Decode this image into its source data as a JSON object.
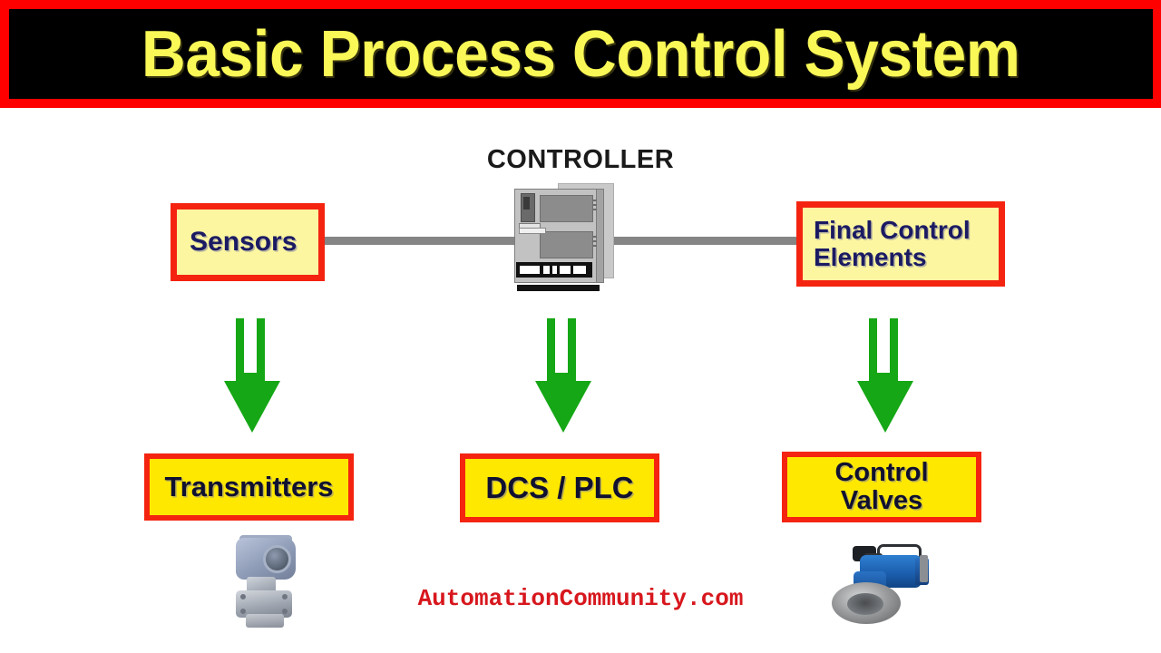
{
  "banner": {
    "title": "Basic Process Control System",
    "background_color": "#000000",
    "border_color": "#fe0000",
    "text_color": "#f9f857"
  },
  "diagram": {
    "controller_label": "CONTROLLER",
    "top_row": [
      {
        "id": "sensors",
        "label": "Sensors",
        "fill_color": "#fcf6a0",
        "border_color": "#f42410",
        "text_color": "#1b1b63"
      },
      {
        "id": "final-control-elements",
        "line1": "Final Control",
        "line2": "Elements",
        "fill_color": "#fcf6a0",
        "border_color": "#f42410",
        "text_color": "#1b1b63"
      }
    ],
    "bottom_row": [
      {
        "id": "transmitters",
        "label": "Transmitters",
        "fill_color": "#ffe800",
        "border_color": "#f42410",
        "text_color": "#101030"
      },
      {
        "id": "dcs-plc",
        "label": "DCS / PLC",
        "fill_color": "#ffe800",
        "border_color": "#f42410",
        "text_color": "#101030"
      },
      {
        "id": "control-valves",
        "line1": "Control",
        "line2": "Valves",
        "fill_color": "#ffe800",
        "border_color": "#f42410",
        "text_color": "#101030"
      }
    ],
    "arrows": {
      "color": "#15a715",
      "direction": "down",
      "count": 3
    },
    "bus": {
      "color": "#858585",
      "description": "horizontal link from Sensors to Controller to Final Control Elements"
    },
    "icons": {
      "controller": "server-rack-icon",
      "transmitter": "pressure-transmitter-icon",
      "valve": "control-valve-icon"
    }
  },
  "watermark": {
    "text": "AutomationCommunity.com",
    "color": "#d7171d"
  }
}
